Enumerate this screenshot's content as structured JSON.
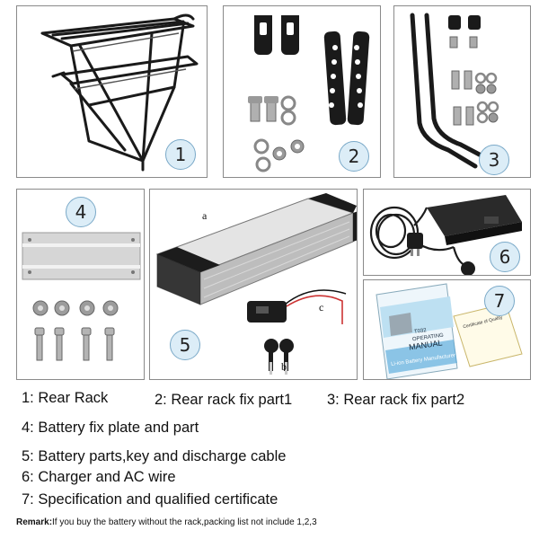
{
  "panels": [
    {
      "number": "1"
    },
    {
      "number": "2"
    },
    {
      "number": "3"
    },
    {
      "number": "4"
    },
    {
      "number": "5",
      "labels": {
        "a": "a",
        "b": "b",
        "c": "c"
      }
    },
    {
      "number": "6"
    },
    {
      "number": "7",
      "manual": {
        "code": "T032",
        "title_line1": "OPERATING",
        "title_line2": "MANUAL",
        "maker": "Li-ion Battery Manufacturer"
      },
      "certificate": {
        "title": "Certificate of Quality"
      }
    }
  ],
  "legend": {
    "item1": "1: Rear Rack",
    "item2": "2: Rear rack fix part1",
    "item3": "3: Rear rack fix part2",
    "item4": "4: Battery fix plate and part",
    "item5": "5: Battery parts,key and discharge cable",
    "item6": "6: Charger and AC wire",
    "item7": "7: Specification and qualified certificate"
  },
  "remark": {
    "label": "Remark:",
    "text": "If you buy the battery without the rack,packing list not include 1,2,3"
  },
  "colors": {
    "badge_fill": "#dcedf7",
    "badge_border": "#7aa9c8",
    "panel_border": "#8a8a8a"
  }
}
